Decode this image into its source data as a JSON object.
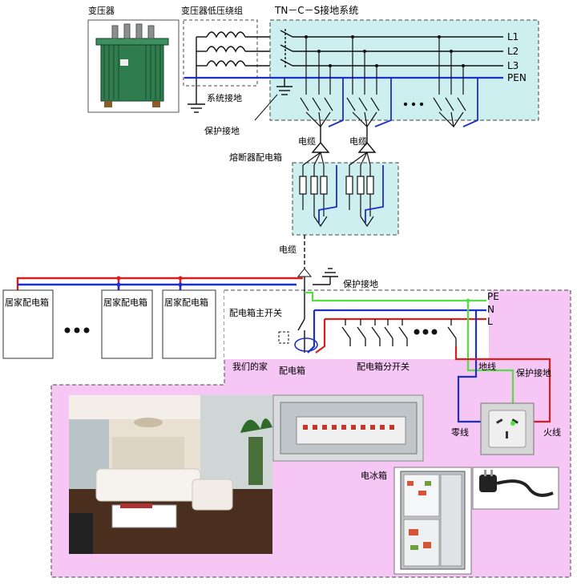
{
  "labels": {
    "transformer": "变压器",
    "lv_winding": "变压器低压绕组",
    "system_title": "TN－C－S接地系统",
    "system_ground": "系统接地",
    "protective_ground_1": "保护接地",
    "protective_ground_2": "保护接地",
    "protective_ground_3": "保护接地",
    "cable_1": "电缆",
    "cable_2": "电缆",
    "cable_3": "电缆",
    "fuse_box": "熔断器配电箱",
    "house_box_1": "居家配电箱",
    "house_box_2": "居家配电箱",
    "house_box_3": "居家配电箱",
    "main_switch": "配电箱主开关",
    "our_home": "我们的家",
    "dist_box": "配电箱",
    "branch_switch": "配电箱分开关",
    "ground_wire": "地线",
    "neutral_wire": "零线",
    "live_wire": "火线",
    "fridge": "电冰箱"
  },
  "bus_labels": [
    "L1",
    "L2",
    "L3",
    "PEN"
  ],
  "home_bus_labels": [
    "PE",
    "N",
    "L"
  ],
  "colors": {
    "live": "#d81e1e",
    "neutral": "#1d2fc9",
    "earth": "#55dd44",
    "region_fill": "#cdeff0",
    "home_fill": "#f6c6f4",
    "transformer": "#2f7d4f"
  }
}
